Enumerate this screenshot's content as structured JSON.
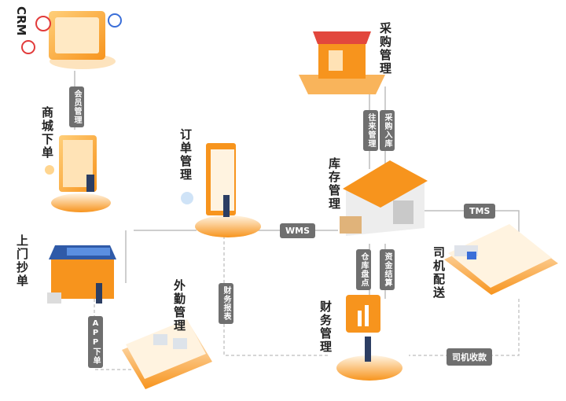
{
  "crm_label": "CRM",
  "modules": {
    "mall_order": "商城下单",
    "order_mgmt": "订单管理",
    "purchase_mgmt": "采购管理",
    "inventory_mgmt": "库存管理",
    "door_order": "上门抄单",
    "field_mgmt": "外勤管理",
    "finance_mgmt": "财务管理",
    "driver_delivery": "司机配送"
  },
  "connectors": {
    "member_mgmt": "会员管理",
    "transactions": "往来管理",
    "purchase_in": "采购入库",
    "wms": "WMS",
    "tms": "TMS",
    "stock_count": "仓库盘点",
    "fund_settle": "资金结算",
    "finance_report": "财务报表",
    "app_order": "APP下单",
    "driver_collect": "司机收款"
  },
  "colors": {
    "orange": "#f7941d",
    "orange_light": "#fdd9a6",
    "gray_tag": "#6f6f6f",
    "line": "#bdbdbd"
  }
}
